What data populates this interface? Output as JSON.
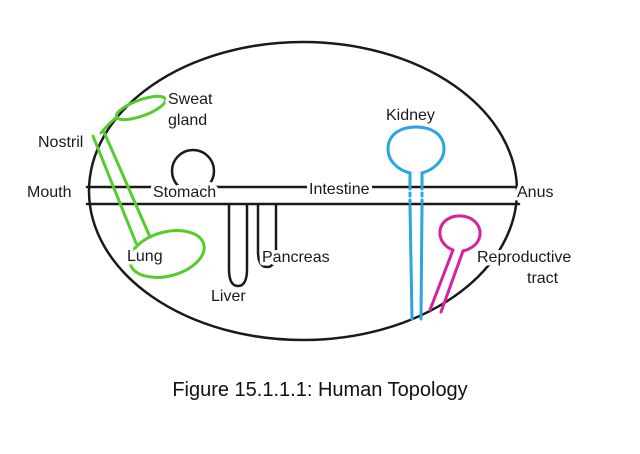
{
  "figure": {
    "caption": "Figure 15.1.1.1: Human Topology"
  },
  "labels": {
    "sweat_gland_line1": "Sweat",
    "sweat_gland_line2": "gland",
    "nostril": "Nostril",
    "mouth": "Mouth",
    "stomach": "Stomach",
    "intestine": "Intestine",
    "anus": "Anus",
    "kidney": "Kidney",
    "lung": "Lung",
    "liver": "Liver",
    "pancreas": "Pancreas",
    "reproductive_line1": "Reproductive",
    "reproductive_line2": "tract"
  },
  "colors": {
    "outline": "#1a1a1a",
    "respiratory_green": "#55cc2e",
    "kidney_blue": "#2ba4e0",
    "reproductive_magenta": "#d8219c"
  }
}
